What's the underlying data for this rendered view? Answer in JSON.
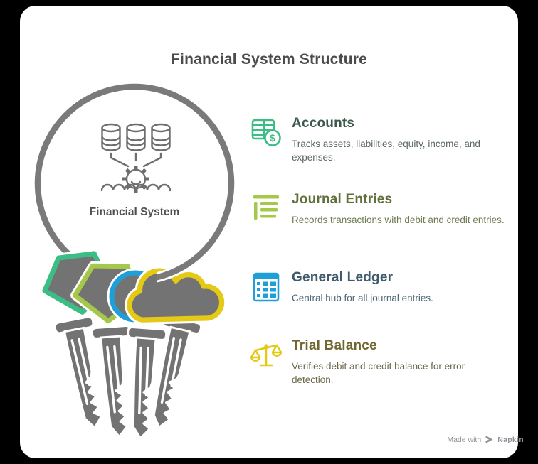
{
  "title": "Financial System Structure",
  "center": {
    "label": "Financial System",
    "icon": "databases-to-gear-over-wave-icon"
  },
  "sections": [
    {
      "id": "accounts",
      "heading": "Accounts",
      "description": "Tracks assets, liabilities, equity, income, and expenses.",
      "icon": "spreadsheet-dollar-icon",
      "symbol": "$",
      "color": "#3cbd86",
      "heading_color": "#3f584c",
      "desc_color": "#5a685f"
    },
    {
      "id": "journal-entries",
      "heading": "Journal Entries",
      "description": "Records transactions with debit and credit entries.",
      "icon": "journal-lines-icon",
      "color": "#a6c84a",
      "heading_color": "#61703a",
      "desc_color": "#6f7b53"
    },
    {
      "id": "general-ledger",
      "heading": "General Ledger",
      "description": "Central hub for all journal entries.",
      "icon": "ledger-table-icon",
      "color": "#1f9fd8",
      "heading_color": "#3e5a6c",
      "desc_color": "#4f6574"
    },
    {
      "id": "trial-balance",
      "heading": "Trial Balance",
      "description": "Verifies debit and credit balance for error detection.",
      "icon": "balance-scale-icon",
      "color": "#e4ca16",
      "heading_color": "#6f6630",
      "desc_color": "#6b674a"
    }
  ],
  "badge": {
    "made_with": "Made with",
    "brand": "Napkin",
    "icon": "napkin-logo-icon"
  },
  "colors": {
    "background": "#000000",
    "card": "#ffffff",
    "title_color": "#4b4b4b",
    "center_label_color": "#4f4f4f",
    "ring_gray": "#7a7a7a",
    "blade_gray": "#737373",
    "icon_gray": "#6d6d6d",
    "badge_gray": "#8e9398"
  }
}
